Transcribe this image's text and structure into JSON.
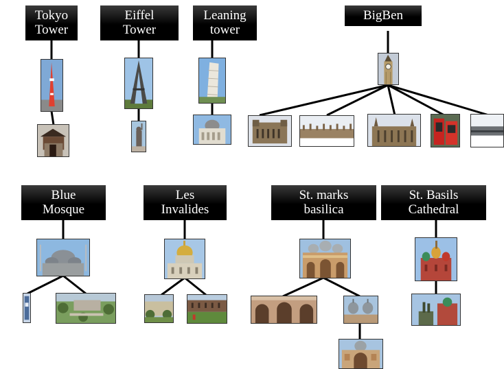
{
  "trees": [
    {
      "id": "tokyo",
      "label_lines": [
        "Tokyo",
        "Tower"
      ],
      "root_photo": "tokyo-tower-photo",
      "children": [
        "pagoda-gate-photo"
      ]
    },
    {
      "id": "eiffel",
      "label_lines": [
        "Eiffel",
        "Tower"
      ],
      "root_photo": "eiffel-tower-photo",
      "children": [
        "statue-of-liberty-replica-photo"
      ]
    },
    {
      "id": "pisa",
      "label_lines": [
        "Leaning",
        "tower"
      ],
      "root_photo": "leaning-tower-photo",
      "children": [
        "pisa-cathedral-dome-photo"
      ]
    },
    {
      "id": "bigben",
      "label_lines": [
        "BigBen"
      ],
      "root_photo": "big-ben-photo",
      "children": [
        "westminster-abbey-photo",
        "parliament-roofline-photo",
        "palace-of-westminster-photo",
        "red-phone-box-photo",
        "thames-view-photo"
      ]
    },
    {
      "id": "bluemosque",
      "label_lines": [
        "Blue",
        "Mosque"
      ],
      "root_photo": "blue-mosque-photo",
      "children": [
        "mosque-interior-photo",
        "mosque-garden-photo"
      ]
    },
    {
      "id": "invalides",
      "label_lines": [
        "Les",
        "Invalides"
      ],
      "root_photo": "les-invalides-dome-photo",
      "children": [
        "invalides-courtyard-photo",
        "invalides-lawn-photo"
      ]
    },
    {
      "id": "stmarks",
      "label_lines": [
        "St. marks",
        "basilica"
      ],
      "root_photo": "st-marks-basilica-photo",
      "children": [
        "basilica-arches-photo",
        "basilica-domes-photo"
      ],
      "grandchildren": [
        "basilica-facade-photo"
      ]
    },
    {
      "id": "stbasils",
      "label_lines": [
        "St. Basils",
        "Cathedral"
      ],
      "root_photo": "st-basils-cathedral-photo",
      "children": [
        "minin-pozharsky-monument-photo"
      ]
    }
  ],
  "colors": {
    "label_bg": "#000000",
    "label_text": "#ffffff",
    "edge": "#000000"
  }
}
